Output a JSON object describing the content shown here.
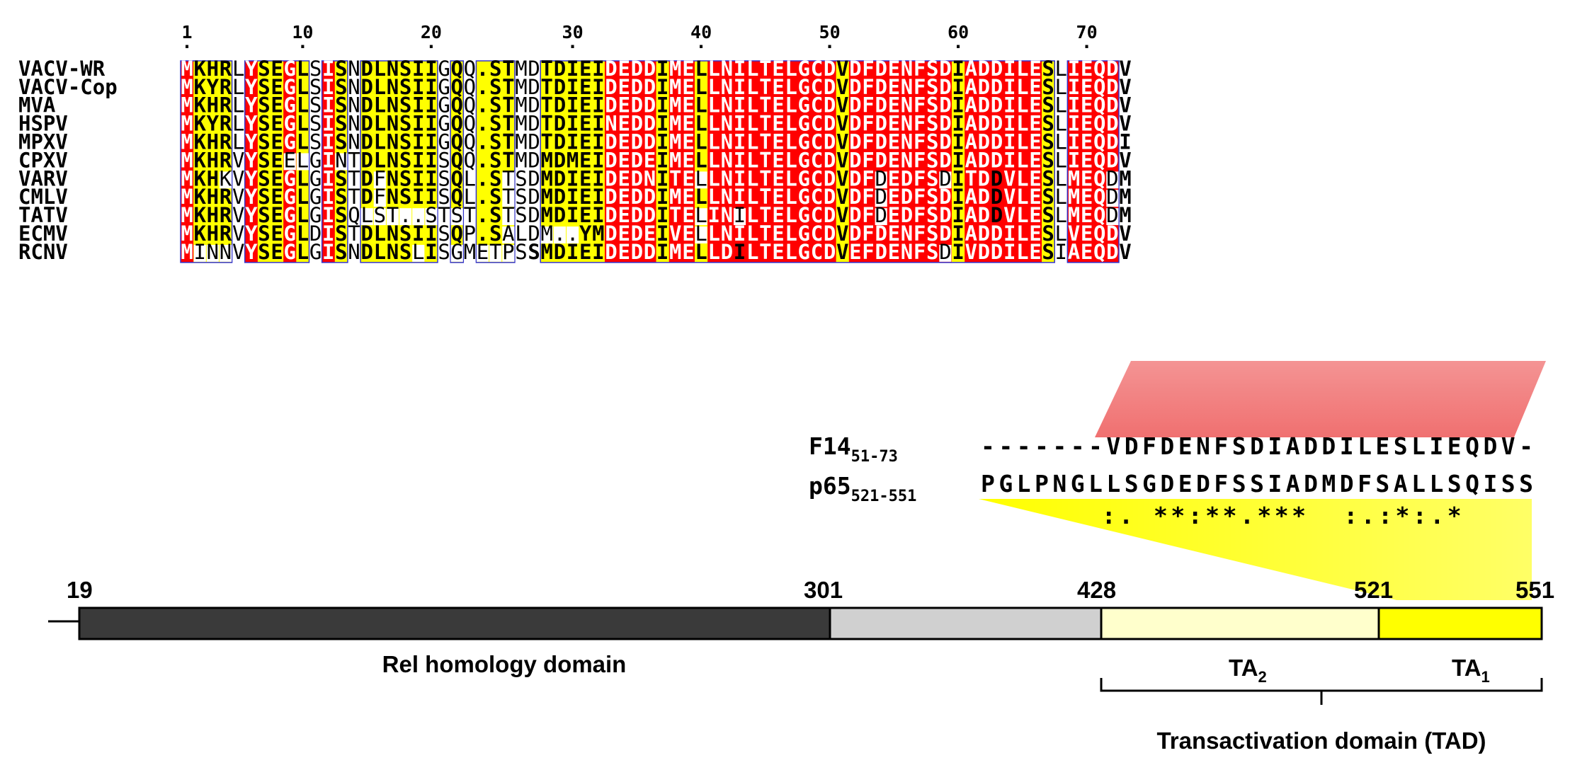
{
  "colors": {
    "identical_bg": "#ff0000",
    "identical_fg": "#ffffff",
    "similar_bg": "#ffff00",
    "similar_fg": "#000000",
    "box_border": "#3333cc",
    "rhd_fill": "#3a3a3a",
    "mid_fill": "#d0d0d0",
    "ta2_fill": "#ffffcc",
    "ta1_fill": "#ffff00",
    "red_wedge": "#f07070",
    "yellow_wedge": "#ffff00"
  },
  "alignment": {
    "ruler": [
      {
        "label": "1",
        "col": 0
      },
      {
        "label": "10",
        "col": 9
      },
      {
        "label": "20",
        "col": 19
      },
      {
        "label": "30",
        "col": 30
      },
      {
        "label": "40",
        "col": 40
      },
      {
        "label": "50",
        "col": 50
      },
      {
        "label": "60",
        "col": 60
      },
      {
        "label": "70",
        "col": 70
      }
    ],
    "class_codes": "r = strictly conserved (white on red); y = similar (bold on yellow); b = bold in box; n = normal; g = gap",
    "sequences": [
      {
        "name": "VACV-WR",
        "seq": "MKHRLYSEGLSISNDLNSIIGQQ.STMDTDIEIDEDDIMELLNILTELGCDVDFDENFSDIADDILESLIEQDV"
      },
      {
        "name": "VACV-Cop",
        "seq": "MKYRLYSEGLSISNDLNSIIGQQ.STMDTDIEIDEDDIMELLNILTELGCDVDFDENFSDIADDILESLIEQDV"
      },
      {
        "name": "MVA",
        "seq": "MKHRLYSEGLSISNDLNSIIGQQ.STMDTDIEIDEDDIMELLNILTELGCDVDFDENFSDIADDILESLIEQDV"
      },
      {
        "name": "HSPV",
        "seq": "MKYRLYSEGLSISNDLNSIIGQQ.STMDTDIEINEDDIMELLNILTELGCDVDFDENFSDIADDILESLIEQDV"
      },
      {
        "name": "MPXV",
        "seq": "MKHRLYSEGLSISNDLNSIIGQQ.STMDTDIEIDEDDIMELLNILTELGCDVDFDENFSDIADDILESLIEQDI"
      },
      {
        "name": "CPXV",
        "seq": "MKHRVYSEELGINTDLNSIISQQ.STMDMDMEIDEDEIMELLNILTELGCDVDFDENFSDIADDILESLIEQDV"
      },
      {
        "name": "VARV",
        "seq": "MKHKVYSEGLGISTDFNSIISQL.STSDMDIEIDEDNITELLNILTELGCDVDFDEDFSDITDDVLESLMEQDM"
      },
      {
        "name": "CMLV",
        "seq": "MKHRVYSEGLGISTDFNSIISQL.STSDMDIEIDEDDIMELLNILTELGCDVDFDEDFSDIADDVLESLMEQDM"
      },
      {
        "name": "TATV",
        "seq": "MKHRVYSEGLGISQLST..STST.STSDMDIEIDEDDITELINILTELGCDVDFDEDFSDIADDVLESLMEQDM"
      },
      {
        "name": "ECMV",
        "seq": "MKHRVYSEGLDISTDLNSIISQP.SALDM..YMDEDEIVELLNILTELGCDVDFDENFSDIADDILESLVEQDV"
      },
      {
        "name": "RCNV",
        "seq": "MINNVYSEGLGISNDLNSLISGMETPSSMDIEIDEDDIMELLDILTELGCDVEFDENFSDIVDDILESIAEQDV"
      }
    ],
    "col_classes": [
      "rbbbnrbbrbnrbnbbbbbbnbnbbbnnbbbbbrrrrbrrbrrrrrrrrrrbrrrrrrrrbrrrrrrbnrrrr",
      "rbbbnrbbrbnrbnbbbbbbnbnbbbnnbbbbbrrrrbrrbrrrrrrrrrrbrrrrrrrrbrrrrrrbnrrrr",
      "rbbbnrbbrbnrbnbbbbbbnbnbbbnnbbbbbrrrrbrrbrrrrrrrrrrbrrrrrrrrbrrrrrrbnrrrr",
      "rbbbnrbbrbnrbnbbbbbbnbnbbbnnbbbbbrrrrbrrbrrrrrrrrrrbrrrrrrrrbrrrrrrbnrrrr",
      "rbbbnrbbrbnrbnbbbbbbnbnbbbnnbbbbbrrrrbrrbrrrrrrrrrrbrrrrrrrrbrrrrrrbnrrrr",
      "rbbbnrbbnnnrnnbbbbbbnbnbbbnnbbbbbrrrrbrrbrrrrrrrrrrbrrrrrrrrbrrrrrrbnrrrr",
      "rbbnnrbbrbnrbnbnbbbbnbnbbnnnbbbbbrrrrbrrnrrrrrrrrrrbrrnrrrrnbrrbrrrbnrrrn",
      "rbbbnrbbrbnrbnbnbbbbnbnbbnnnbbbbbrrrrbrrbrrrrrrrrrrbrrnrrrrrbrrbrrrbnrrrn",
      "rbbbnrbbrbnrbnnnnnnnnnnbbnnnbbbbbrrrrbrrnrrnrrrrrrrbrrnrrrrrbrrbrrrbnrrrn",
      "rbbbnrbbrbnrbnbbbbbbnbnbbnnnnnnbbrrrrbrrnrrrrrrrrrrbrrrrrrrrbrrrrrrbnrrrr",
      "rnnnnrbbrbnrbnbbbbnbnnnnnnnbbbbbbrrrrbrrbrrbrrrrrrrbrrrrrrrnbrrrrrrbnrrrr"
    ],
    "block_classes": "rbbbnrbbrbnrbnbbbbbbnbnbbbnnbbbbbrrrrbrrbrrrrrrrrrrbrrrrrrrrbrrrrrrbnrrrr"
  },
  "comparison": {
    "f14_label": "F14",
    "f14_sub": "51-73",
    "f14_seq": "-------VDFDENFSDIADDILESLIEQDV-",
    "p65_label": "p65",
    "p65_sub": "521-551",
    "p65_seq": "PGLPNGLLSGDEDFSSIADMDFSALLSQISS",
    "consensus": "       :. **:**.***  :.:*:.* "
  },
  "domain_map": {
    "positions": [
      "19",
      "301",
      "428",
      "521",
      "551"
    ],
    "rhd_label": "Rel homology domain",
    "ta2_label": "TA",
    "ta2_sub": "2",
    "ta1_label": "TA",
    "ta1_sub": "1",
    "tad_label": "Transactivation domain (TAD)"
  }
}
